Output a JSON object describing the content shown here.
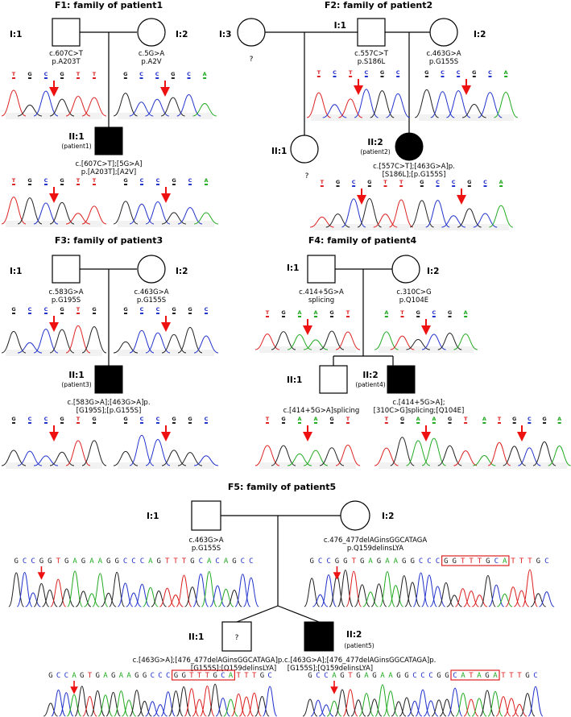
{
  "families": [
    {
      "title": "F1: family of patient1",
      "members": [
        {
          "label": "I:1",
          "variant": [
            "c.607C>T",
            "p.A203T"
          ]
        },
        {
          "label": "I:2",
          "variant": [
            "c.5G>A",
            "p.A2V"
          ]
        },
        {
          "label": "II:1",
          "note": "(patient1)",
          "variant": [
            "c.[607C>T];[5G>A]",
            "p.[A203T];[A2V]"
          ]
        }
      ]
    },
    {
      "title": "F2: family of patient2",
      "members": [
        {
          "label": "I:3",
          "note": "?"
        },
        {
          "label": "I:1",
          "variant": [
            "c.557C>T",
            "p.S186L"
          ]
        },
        {
          "label": "I:2",
          "variant": [
            "c.463G>A",
            "p.G155S"
          ]
        },
        {
          "label": "II:1",
          "note": "?"
        },
        {
          "label": "II:2",
          "note": "(patient2)",
          "variant": [
            "c.[557C>T];[463G>A]p.",
            "[S186L];[p.G155S]"
          ]
        }
      ]
    },
    {
      "title": "F3: family of patient3",
      "members": [
        {
          "label": "I:1",
          "variant": [
            "c.583G>A",
            "p.G195S"
          ]
        },
        {
          "label": "I:2",
          "variant": [
            "c.463G>A",
            "p.G155S"
          ]
        },
        {
          "label": "II:1",
          "note": "(patient3)",
          "variant": [
            "c.[583G>A];[463G>A]p.",
            "[G195S];[p.G155S]"
          ]
        }
      ]
    },
    {
      "title": "F4: family of patient4",
      "members": [
        {
          "label": "I:1",
          "variant": [
            "c.414+5G>A",
            "splicing"
          ]
        },
        {
          "label": "I:2",
          "variant": [
            "c.310C>G",
            "p.Q104E"
          ]
        },
        {
          "label": "II:1",
          "variant": [
            "c.[414+5G>A]splicing"
          ]
        },
        {
          "label": "II:2",
          "note": "(patient4)",
          "variant": [
            "c.[414+5G>A];",
            "[310C>G]splicing;[Q104E]"
          ]
        }
      ]
    },
    {
      "title": "F5: family of patient5",
      "members": [
        {
          "label": "I:1",
          "variant": [
            "c.463G>A",
            "p.G155S"
          ]
        },
        {
          "label": "I:2",
          "variant": [
            "c.476_477delAGinsGGCATAGA",
            "p.Q159delinsLYA"
          ]
        },
        {
          "label": "II:1",
          "note": "?"
        },
        {
          "label": "II:2",
          "note": "(patient5)",
          "variant": [
            "c.[463G>A];[476_477delAGinsGGCATAGA]p.c.[463G>A];[476_477delAGinsGGCATAGA]p.",
            "[G155S];[Q159delinsLYA]     [G155S];[Q159delinsLYA]"
          ]
        }
      ]
    }
  ],
  "sequences": {
    "f1_left": [
      "T",
      "G",
      "C",
      "G",
      "T",
      "T"
    ],
    "f1_right": [
      "G",
      "C",
      "C",
      "G",
      "C",
      "A"
    ],
    "f1_child_left": [
      "T",
      "G",
      "C",
      "G",
      "T",
      "T"
    ],
    "f1_child_right": [
      "G",
      "C",
      "C",
      "G",
      "C",
      "A"
    ],
    "f2_i1": [
      "T",
      "C",
      "T",
      "C",
      "G",
      "C"
    ],
    "f2_i2": [
      "G",
      "C",
      "C",
      "G",
      "C",
      "A"
    ],
    "f2_child_left": [
      "T",
      "G",
      "C",
      "G",
      "T",
      "T"
    ],
    "f2_child_right": [
      "G",
      "C",
      "C",
      "G",
      "C",
      "A"
    ],
    "f3_i1": [
      "G",
      "C",
      "C",
      "G",
      "T",
      "G"
    ],
    "f3_i2": [
      "G",
      "C",
      "C",
      "G",
      "G",
      "C"
    ],
    "f3_child_left": [
      "G",
      "C",
      "C",
      "G",
      "T",
      "G"
    ],
    "f3_child_right": [
      "G",
      "C",
      "C",
      "G",
      "G",
      "C"
    ],
    "f4_i1": [
      "T",
      "G",
      "A",
      "A",
      "G",
      "T"
    ],
    "f4_i2": [
      "A",
      "T",
      "G",
      "C",
      "G",
      "A"
    ],
    "f4_c1": [
      "T",
      "G",
      "A",
      "A",
      "G",
      "T"
    ],
    "f4_c2a": [
      "T",
      "G",
      "A",
      "A",
      "G",
      "T"
    ],
    "f4_c2b": [
      "A",
      "T",
      "G",
      "C",
      "G",
      "A"
    ],
    "f5_i1": "GCCGGTGAGAAGGCCCAGTTTGCACAGCC",
    "f5_i2": "GCCGGTGAGAAGGCCCGGTTTGCATTTGC",
    "f5_c_left": "GCCAGTGAGAAGGCCCGGTTTGCATTTGC",
    "f5_c_right": "GCCAGTGAGAAGGCCCGGCATAGATTTGC"
  },
  "colors": {
    "A": "#22aa22",
    "C": "#2233cc",
    "G": "#222222",
    "T": "#dd2222",
    "arrow": "#ee1111",
    "highlight_box": "#dd2222",
    "trace_bg": "#f2f2f2"
  }
}
